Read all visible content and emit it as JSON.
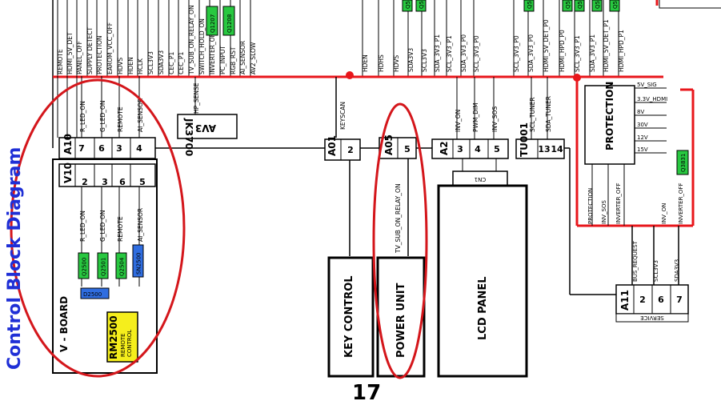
{
  "title": "Control Block Diagram",
  "page_number": "17",
  "colors": {
    "red_bus": "#e8161b",
    "ellipse": "#d4161b",
    "title_blue": "#1f2fd6",
    "component_green": "#28c840",
    "component_blue": "#2f6de0",
    "remote_yellow": "#f5ee1c"
  },
  "top_signals_left": [
    "REMOTE",
    "HDMI_5V_DET",
    "PANEL_OFF",
    "SUPPLY DETECT",
    "PROTECTION",
    "EAROM_VCC_OFF",
    "HDVS",
    "HDEN",
    "HCLK",
    "SCL3V3",
    "SDA3V3",
    "CEC_P1",
    "CEC_P1",
    "TV_SUB_ON_RELAY_ON",
    "SWITCH_HOLD_ON",
    "INVERTER_OFF",
    "PC_INPUT",
    "RGB_RST",
    "AI_SENSOR",
    "AV2_SLOW"
  ],
  "top_signals_mid": [
    "HDEN",
    "HDHS",
    "HDVS",
    "SDA3V3",
    "SCL3V3",
    "SDA_3V3_P1",
    "SCL_3V3_P1",
    "SDA_3V3_P0",
    "SCL_3V3_P0"
  ],
  "top_signals_right": [
    "SCL_3V3_P0",
    "SDA_3V3_P0",
    "HDMI_5V_DET_P0",
    "HDMI_HPD_P0",
    "SCL_3V3_P1",
    "SDA_3V3_P1",
    "HDMI_5V_DET_P1",
    "HDMI_HPD_P1"
  ],
  "q_top_left": [
    "Q1207",
    "Q1208"
  ],
  "q_top_right": [
    "Q5",
    "Q5"
  ],
  "q_top_mid": [
    "Q5",
    "Q5"
  ],
  "a10": {
    "label": "A10",
    "signals": [
      "R_LED_ON",
      "G_LED_ON",
      "REMOTE",
      "AI_SENSOR"
    ],
    "pins": [
      "7",
      "6",
      "3",
      "4"
    ]
  },
  "v10": {
    "label": "V10",
    "signals": [
      "R_LED_ON",
      "G_LED_ON",
      "REMOTE",
      "AI_SENSOR"
    ],
    "pins": [
      "2",
      "3",
      "6",
      "5"
    ]
  },
  "v_board_components": [
    "Q2500",
    "Q2501",
    "Q2504",
    "SN2500",
    "D2500"
  ],
  "v_board": {
    "label": "V - BOARD",
    "remote_ref": "RM2500",
    "remote_sub1": "REMOTE",
    "remote_sub2": "CONTROL"
  },
  "av3": {
    "label": "AV3",
    "ref": "JK3700",
    "signal": "HP_SENSE"
  },
  "a01": {
    "label": "A01",
    "signal": "KEYSCAN",
    "pin": "2"
  },
  "a05": {
    "label": "A05",
    "pin": "5",
    "relay": "TV_SUB_ON_RELAY_ON"
  },
  "a2": {
    "label": "A2",
    "signals": [
      "INV_ON",
      "PWM_DIM",
      "INV_SOS"
    ],
    "pins": [
      "3",
      "4",
      "5"
    ]
  },
  "cn1": "CN1",
  "tu001": {
    "label": "TU001",
    "signals": [
      "SCL_TUNER",
      "SDA_TUNER"
    ],
    "pins": [
      "13",
      "14"
    ]
  },
  "protection": {
    "label": "PROTECTION",
    "inputs": [
      "5V_SIG",
      "3.3V_HDMI",
      "8V",
      "30V",
      "12V",
      "15V"
    ],
    "outputs": [
      "PROTECTION",
      "INV_SOS",
      "INVERTER_OFF"
    ],
    "q": "Q3831"
  },
  "right_signals": [
    "INV_ON",
    "INVERTER_OFF"
  ],
  "a11": {
    "label": "A11",
    "signals": [
      "BUS_REQUEST",
      "SCL3V3",
      "SDA3V3"
    ],
    "pins": [
      "2",
      "6",
      "7"
    ],
    "name": "SERVICE"
  },
  "blocks": {
    "key_control": "KEY CONTROL",
    "power_unit": "POWER UNIT",
    "lcd_panel": "LCD PANEL"
  }
}
